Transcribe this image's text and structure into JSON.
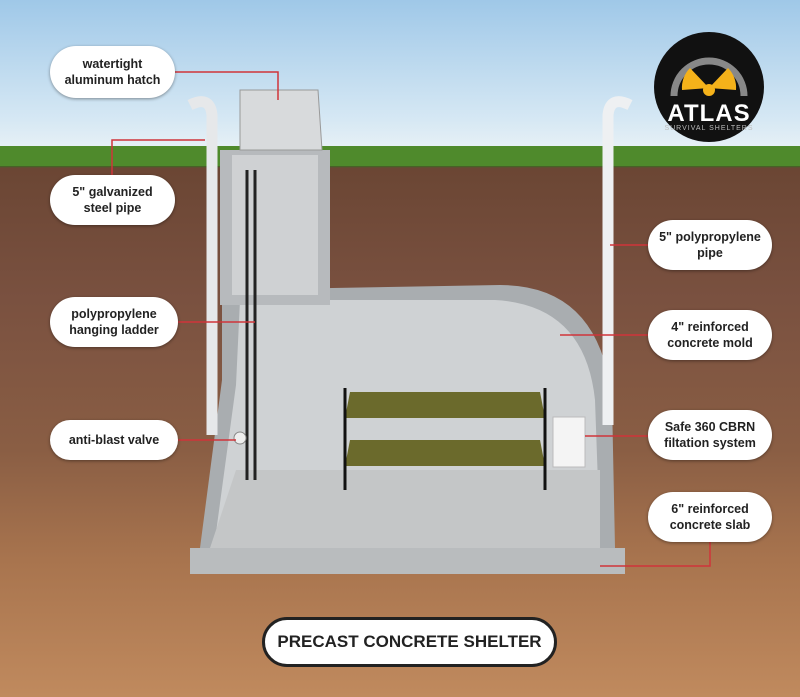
{
  "logo": {
    "name": "ATLAS",
    "tagline": "SURVIVAL SHELTERS"
  },
  "labels": {
    "hatch": [
      "watertight",
      "aluminum hatch"
    ],
    "steel_pipe": [
      "5\" galvanized",
      "steel pipe"
    ],
    "ladder": [
      "polypropylene",
      "hanging ladder"
    ],
    "valve": [
      "anti-blast valve"
    ],
    "pp_pipe": [
      "5\"  polypropylene",
      "pipe"
    ],
    "mold": [
      "4\" reinforced",
      "concrete mold"
    ],
    "filter": [
      "Safe 360 CBRN",
      "filtation system"
    ],
    "slab": [
      "6\" reinforced",
      "concrete slab"
    ]
  },
  "title": "PRECAST CONCRETE SHELTER",
  "colors": {
    "leader": "#d0343a",
    "concrete": "#c9ccce",
    "bed": "#6b6a2c"
  }
}
